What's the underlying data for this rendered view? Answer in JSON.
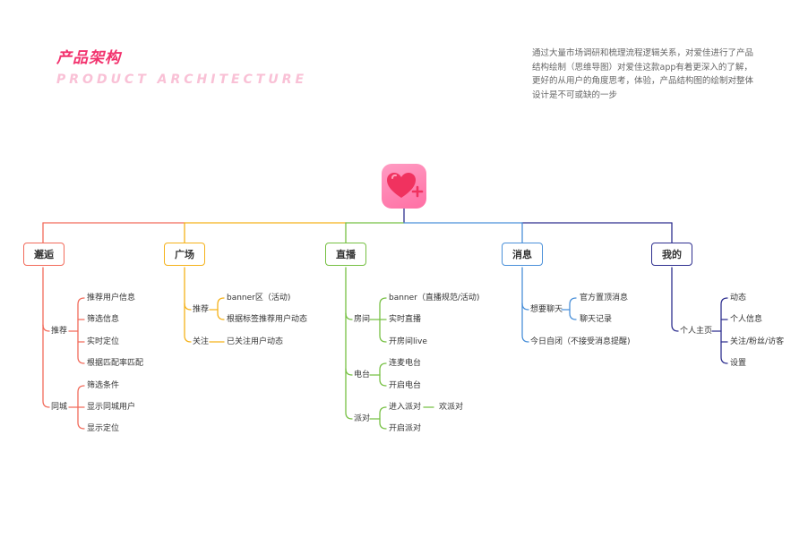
{
  "header": {
    "title_cn": "产品架构",
    "title_en": "PRODUCT ARCHITECTURE",
    "intro": "通过大量市场调研和梳理流程逻辑关系，对爱佳进行了产品结构绘制（思维导图）对爱佳这款app有着更深入的了解，更好的从用户的角度思考，体验，产品结构图的绘制对整体设计是不可或缺的一步"
  },
  "colors": {
    "meet": "#f26b5b",
    "square": "#f5b21a",
    "live": "#76c043",
    "message": "#4a90d9",
    "mine": "#2e2f8f",
    "title": "#f2336e",
    "subtitle": "#f9c1d6"
  },
  "app_icon": "heart-plus-icon",
  "tree": {
    "meet": {
      "label": "邂逅",
      "tuijian": "推荐",
      "tuijian_items": [
        "推荐用户信息",
        "筛选信息",
        "实时定位",
        "根据匹配率匹配"
      ],
      "tongcheng": "同城",
      "tongcheng_items": [
        "筛选条件",
        "显示同城用户",
        "显示定位"
      ]
    },
    "square": {
      "label": "广场",
      "tuijian": "推荐",
      "tuijian_items": [
        "banner区（活动)",
        "根据标签推荐用户动态"
      ],
      "guanzhu": "关注",
      "guanzhu_item": "已关注用户动态"
    },
    "live": {
      "label": "直播",
      "room": "房间",
      "room_items": [
        "banner（直播规范/活动)",
        "实时直播",
        "开房间live"
      ],
      "radio": "电台",
      "radio_items": [
        "连麦电台",
        "开启电台"
      ],
      "party": "派对",
      "party_items": [
        "进入派对",
        "开启派对"
      ],
      "party_sub": "欢派对"
    },
    "message": {
      "label": "消息",
      "chat": "想要聊天",
      "chat_items": [
        "官方置顶消息",
        "聊天记录"
      ],
      "today": "今日自闭（不接受消息提醒)"
    },
    "mine": {
      "label": "我的",
      "home": "个人主页",
      "home_items": [
        "动态",
        "个人信息",
        "关注/粉丝/访客",
        "设置"
      ]
    }
  }
}
